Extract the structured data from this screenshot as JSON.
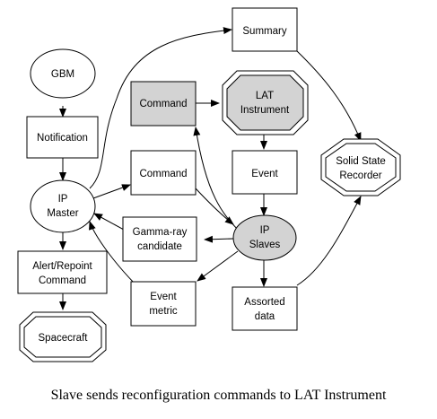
{
  "nodes": {
    "summary": {
      "lines": [
        "Summary"
      ]
    },
    "gbm": {
      "lines": [
        "GBM"
      ]
    },
    "command_top": {
      "lines": [
        "Command"
      ]
    },
    "lat": {
      "lines": [
        "LAT",
        "Instrument"
      ]
    },
    "notification": {
      "lines": [
        "Notification"
      ]
    },
    "ssr": {
      "lines": [
        "Solid State",
        "Recorder"
      ]
    },
    "command_mid": {
      "lines": [
        "Command"
      ]
    },
    "event": {
      "lines": [
        "Event"
      ]
    },
    "ip_master": {
      "lines": [
        "IP",
        "Master"
      ]
    },
    "gamma": {
      "lines": [
        "Gamma-ray",
        "candidate"
      ]
    },
    "ip_slaves": {
      "lines": [
        "IP",
        "Slaves"
      ]
    },
    "alert": {
      "lines": [
        "Alert/Repoint",
        "Command"
      ]
    },
    "event_metric": {
      "lines": [
        "Event",
        "metric"
      ]
    },
    "assorted": {
      "lines": [
        "Assorted",
        "data"
      ]
    },
    "spacecraft": {
      "lines": [
        "Spacecraft"
      ]
    }
  },
  "colors": {
    "stroke": "#000000",
    "fill": "#ffffff",
    "highlight": "#d3d3d3"
  },
  "caption": "Slave sends reconfiguration commands to LAT Instrument"
}
